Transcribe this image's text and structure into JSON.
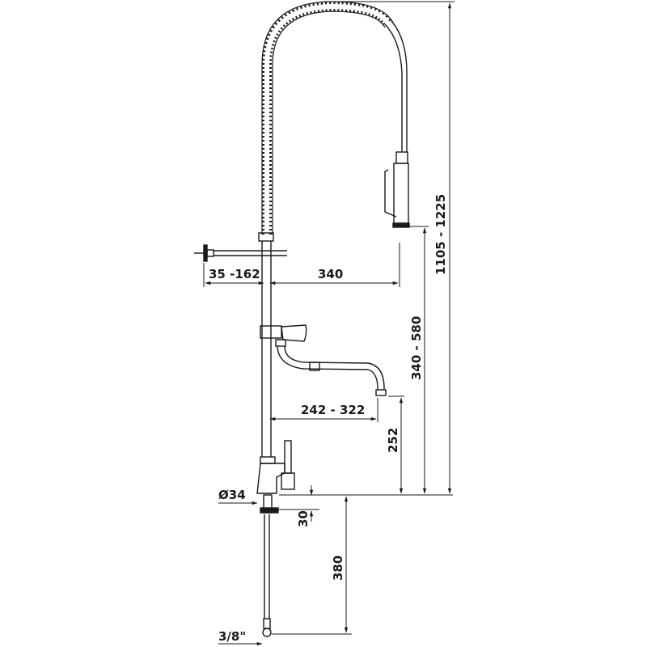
{
  "drawing": {
    "type": "technical dimension drawing",
    "subject": "pre-rinse faucet with spring spout, spray head and swivel filler spout",
    "line_color": "#1a1a1a",
    "background": "#ffffff"
  },
  "dimensions": {
    "wall_bracket_reach": "35 -162",
    "spray_head_reach": "340",
    "total_height": "1105 - 1225",
    "spray_head_height": "340 - 580",
    "filler_spout_reach": "242 - 322",
    "filler_spout_height": "252",
    "base_diameter": "Ø34",
    "mounting_thread_height": "30",
    "supply_hose_length": "380",
    "supply_connection": "3/8\""
  }
}
